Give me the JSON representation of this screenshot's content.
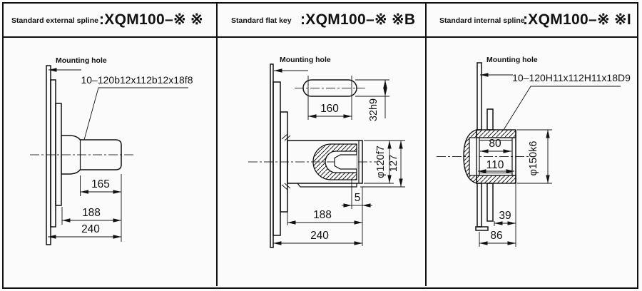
{
  "document": {
    "type": "technical-drawing-sheet",
    "line_color": "#111111",
    "paper_color": "#fbfbfb"
  },
  "panels": [
    {
      "id": "external-spline",
      "header_label": "Standard external spline",
      "header_model": ":XQM100–※ ※",
      "mounting_hole_label": "Mounting hole",
      "spline_spec": "10–120b12x112b12x18f8",
      "dims": {
        "spline_length": "165",
        "shaft_length": "188",
        "overall_length": "240"
      }
    },
    {
      "id": "flat-key",
      "header_label": "Standard flat key",
      "header_model": ":XQM100–※ ※B",
      "mounting_hole_label": "Mounting hole",
      "dims": {
        "key_length": "160",
        "key_width": "32h9",
        "shaft_diameter": "φ120f7",
        "overall_height": "127",
        "key_end_offset": "5",
        "shaft_length": "188",
        "overall_length": "240"
      }
    },
    {
      "id": "internal-spline",
      "header_label": "Standard internal spline",
      "header_model": ":XQM100–※ ※I",
      "mounting_hole_label": "Mounting hole",
      "spline_spec": "10–120H11x112H11x18D9",
      "dims": {
        "spline_length": "80",
        "bore_depth": "110",
        "pilot_diameter": "φ150k6",
        "sleeve_offset": "39",
        "overall_length": "86"
      }
    }
  ]
}
